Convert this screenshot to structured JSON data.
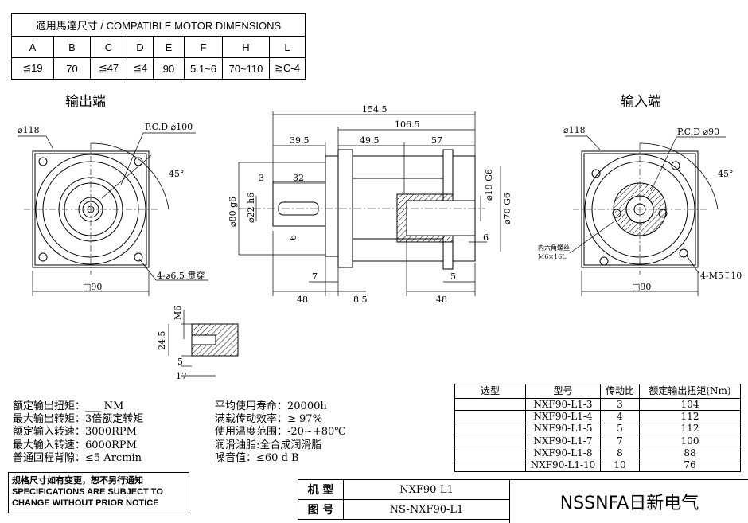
{
  "motor_dims": {
    "title": "適用馬達尺寸 / COMPATIBLE MOTOR DIMENSIONS",
    "headers": [
      "A",
      "B",
      "C",
      "D",
      "E",
      "F",
      "H",
      "L"
    ],
    "values": [
      "≦19",
      "70",
      "≦47",
      "≦4",
      "90",
      "5.1~6",
      "70~110",
      "≧C-4"
    ]
  },
  "views": {
    "output_label": "输出端",
    "input_label": "输入端",
    "out_dia": "⌀118",
    "out_pcd": "P.C.D ⌀100",
    "out_angle": "45°",
    "out_holes": "4-⌀6.5 贯穿",
    "out_square": "□90",
    "in_dia": "⌀118",
    "in_pcd": "P.C.D ⌀90",
    "in_angle": "45°",
    "in_screw": "内六角螺丝",
    "in_screw2": "M6×16L",
    "in_thread": "4-M5↧10",
    "in_square": "□90"
  },
  "side_dims": {
    "d154": "154.5",
    "d106": "106.5",
    "d39": "39.5",
    "d49": "49.5",
    "d57": "57",
    "d3": "3",
    "d32": "32",
    "d80": "⌀80 g6",
    "d22": "⌀22 h6",
    "d6a": "6",
    "d19": "⌀19 G6",
    "d70": "⌀70 G6",
    "d6b": "6",
    "d7": "7",
    "d48a": "48",
    "d85": "8.5",
    "d48b": "48",
    "d5": "5"
  },
  "key_detail": {
    "m6": "M6",
    "d245": "24.5",
    "d5": "5",
    "d17": "17"
  },
  "specs_left": [
    {
      "label": "额定输出扭矩：",
      "value": "___ NM"
    },
    {
      "label": "最大输出转矩：",
      "value": "3倍额定转矩"
    },
    {
      "label": "额定输入转速：",
      "value": "3000RPM"
    },
    {
      "label": "最大输入转速：",
      "value": "6000RPM"
    },
    {
      "label": "普通回程背隙：",
      "value": "≤5 Arcmin"
    }
  ],
  "specs_right": [
    {
      "label": "平均使用寿命：",
      "value": "20000h"
    },
    {
      "label": "满载传动效率：",
      "value": "≥ 97%"
    },
    {
      "label": "使用温度范围：",
      "value": "-20~+80℃"
    },
    {
      "label": "润滑油脂:",
      "value": "全合成润滑脂"
    },
    {
      "label": "噪音值",
      "value": "：≤60 d B"
    }
  ],
  "selection": {
    "headers": [
      "选型",
      "型号",
      "传动比",
      "额定输出扭矩(Nm)"
    ],
    "rows": [
      [
        "",
        "NXF90-L1-3",
        "3",
        "104"
      ],
      [
        "",
        "NXF90-L1-4",
        "4",
        "112"
      ],
      [
        "",
        "NXF90-L1-5",
        "5",
        "112"
      ],
      [
        "",
        "NXF90-L1-7",
        "7",
        "100"
      ],
      [
        "",
        "NXF90-L1-8",
        "8",
        "88"
      ],
      [
        "",
        "NXF90-L1-10",
        "10",
        "76"
      ]
    ]
  },
  "notice": [
    "规格尺寸如有变更，恕不另行通知",
    "SPECIFICATIONS ARE SUBJECT TO",
    "CHANGE WITHOUT PRIOR NOTICE"
  ],
  "title_block": {
    "model_label": "机 型",
    "model_value": "NXF90-L1",
    "drawing_label": "图 号",
    "drawing_value": "NS-NXF90-L1"
  },
  "brand": "NSSNFA日新电气"
}
